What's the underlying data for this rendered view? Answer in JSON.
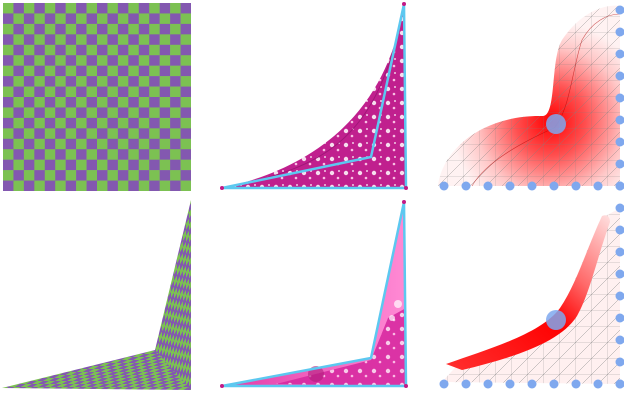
{
  "colors": {
    "checker_green": "#7cc152",
    "checker_purple": "#8358b0",
    "pink_fill": "#c0208e",
    "pink_light": "#ff70c8",
    "outline_cyan": "#5cc8f0",
    "corner_dot": "#c21a86",
    "heat_red": "#ff0000",
    "mesh_line": "#7a7a7a",
    "handle_blue": "#7fa8ee"
  },
  "panels": [
    {
      "row": 1,
      "col": 1,
      "content": "checkerboard-texture"
    },
    {
      "row": 1,
      "col": 2,
      "content": "deformed-triangle-curved"
    },
    {
      "row": 1,
      "col": 3,
      "content": "heatmap-mesh-curved"
    },
    {
      "row": 2,
      "col": 1,
      "content": "checkerboard-warped-corner"
    },
    {
      "row": 2,
      "col": 2,
      "content": "deformed-triangle-corner"
    },
    {
      "row": 2,
      "col": 3,
      "content": "heatmap-mesh-corner"
    }
  ],
  "checkerboard": {
    "rows": 18,
    "cols": 18
  },
  "mesh_handles": {
    "bottom_count": 9,
    "right_count": 9
  }
}
